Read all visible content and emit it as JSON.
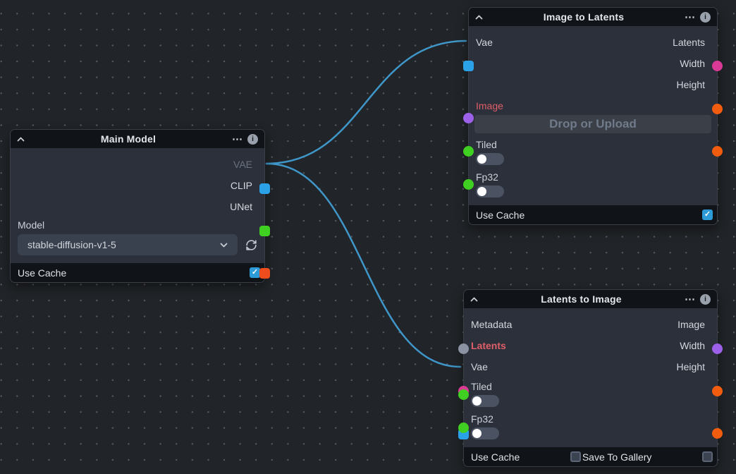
{
  "canvas": {
    "background": "#212428",
    "dot_color": "#565c64"
  },
  "ui": {
    "edge_color": "#3f96c8",
    "checkbox_checked_color": "#2d9bd8",
    "error_label_color": "#df5e67"
  },
  "field_colors": {
    "vae": "#2ba2e8",
    "clip": "#40d021",
    "unet": "#ed4c1c",
    "latents": "#d93a96",
    "integer": "#f25c0f",
    "image": "#9c61e8",
    "metadata": "#8b93a3",
    "boolean": "#40d021"
  },
  "icons": {
    "ellipsis": "⋯",
    "info": "i",
    "check": "✓"
  },
  "nodes": {
    "main_model": {
      "title": "Main Model",
      "outputs": {
        "vae": {
          "label": "VAE",
          "connected": true
        },
        "clip": {
          "label": "CLIP",
          "connected": false
        },
        "unet": {
          "label": "UNet",
          "connected": false
        }
      },
      "model_field": {
        "label": "Model",
        "value": "stable-diffusion-v1-5"
      },
      "footer": {
        "use_cache_label": "Use Cache",
        "use_cache_checked": true
      }
    },
    "image_to_latents": {
      "title": "Image to Latents",
      "inputs": {
        "vae": {
          "label": "Vae",
          "connected": true
        },
        "image": {
          "label": "Image",
          "missing_required": true
        },
        "tiled": {
          "label": "Tiled",
          "value": false
        },
        "fp32": {
          "label": "Fp32",
          "value": false
        }
      },
      "outputs": {
        "latents": {
          "label": "Latents"
        },
        "width": {
          "label": "Width"
        },
        "height": {
          "label": "Height"
        }
      },
      "drop_zone": {
        "label": "Drop or Upload"
      },
      "footer": {
        "use_cache_label": "Use Cache",
        "use_cache_checked": true
      }
    },
    "latents_to_image": {
      "title": "Latents to Image",
      "inputs": {
        "metadata": {
          "label": "Metadata"
        },
        "latents": {
          "label": "Latents",
          "missing_required": true
        },
        "vae": {
          "label": "Vae",
          "connected": true
        },
        "tiled": {
          "label": "Tiled",
          "value": false
        },
        "fp32": {
          "label": "Fp32",
          "value": false
        }
      },
      "outputs": {
        "image": {
          "label": "Image"
        },
        "width": {
          "label": "Width"
        },
        "height": {
          "label": "Height"
        }
      },
      "footer": {
        "use_cache_label": "Use Cache",
        "use_cache_checked": false,
        "save_to_gallery_label": "Save To Gallery",
        "save_to_gallery_checked": false
      }
    }
  }
}
